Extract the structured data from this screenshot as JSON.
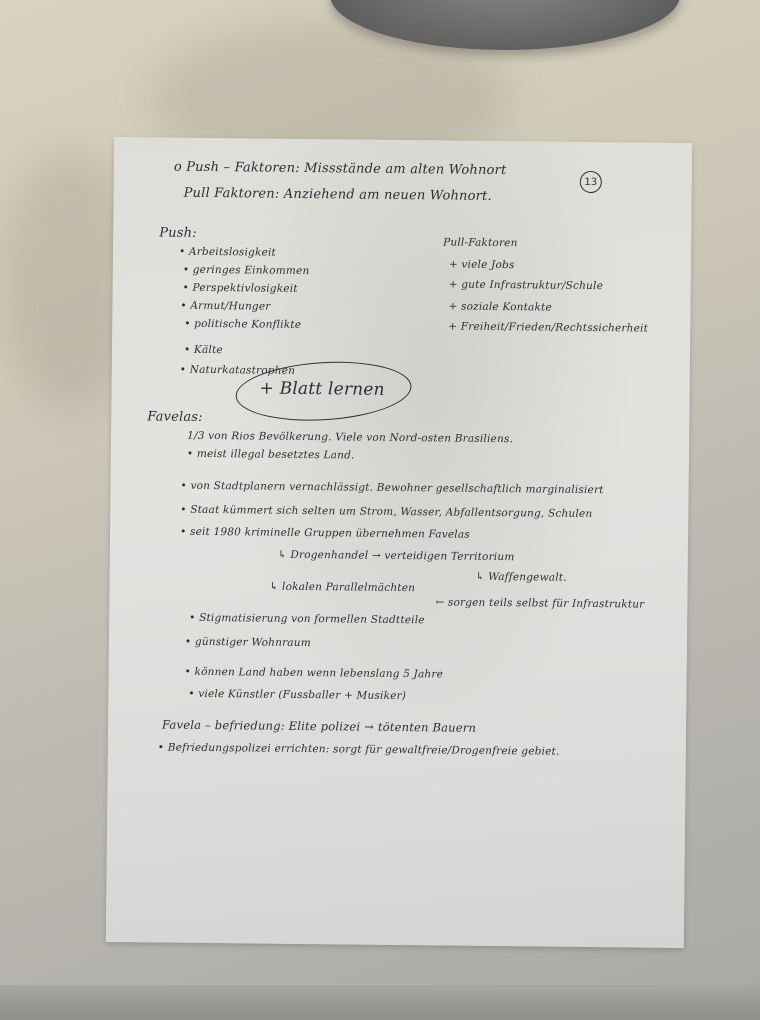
{
  "page": {
    "badge_number": "13",
    "lines": {
      "l1": "o Push – Faktoren: Missstände am alten Wohnort",
      "l2": "Pull Faktoren: Anziehend am neuen Wohnort.",
      "push_heading": "Push:",
      "push1": "• Arbeitslosigkeit",
      "push2": "• geringes Einkommen",
      "push3": "• Perspektivlosigkeit",
      "push4": "• Armut/Hunger",
      "push5": "• politische Konflikte",
      "push6": "• Kälte",
      "push7": "• Naturkatastrophen",
      "pull_heading": "Pull-Faktoren",
      "pull1": "+ viele Jobs",
      "pull2": "+ gute Infrastruktur/Schule",
      "pull3": "+ soziale Kontakte",
      "pull4": "+ Freiheit/Frieden/Rechtssicherheit",
      "oval_text": "+ Blatt lernen",
      "favelas_heading": "Favelas:",
      "f1": "1/3 von Rios Bevölkerung. Viele von Nord-osten Brasiliens.",
      "f2": "• meist illegal besetztes Land.",
      "f3": "• von Stadtplanern vernachlässigt. Bewohner gesellschaftlich marginalisiert",
      "f4": "• Staat kümmert sich selten um Strom, Wasser, Abfallentsorgung, Schulen",
      "f5": "• seit 1980 kriminelle Gruppen übernehmen Favelas",
      "f6": "↳ Drogenhandel → verteidigen Territorium",
      "f7": "↳ Waffengewalt.",
      "f8": "↳ lokalen Parallelmächten",
      "f9": "← sorgen teils selbst für Infrastruktur",
      "f10": "• Stigmatisierung von formellen Stadtteile",
      "f11": "• günstiger Wohnraum",
      "f12": "• können Land haben wenn lebenslang 5 Jahre",
      "f13": "• viele Künstler (Fussballer + Musiker)",
      "f14": "Favela – befriedung: Elite polizei → tötenten Bauern",
      "f15": "• Befriedungspolizei errichten: sorgt für gewaltfreie/Drogenfreie gebiet."
    }
  }
}
